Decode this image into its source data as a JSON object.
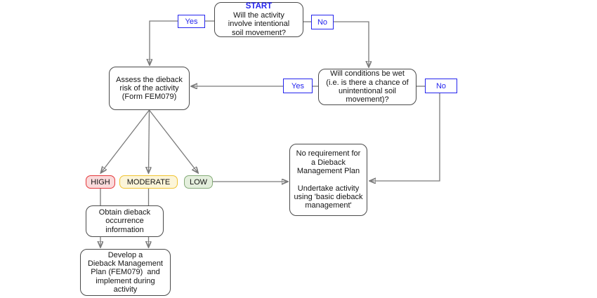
{
  "colors": {
    "label_blue": "#2424ee",
    "line_gray": "#7a7a7a",
    "arrow_black": "#1a1a1a",
    "high_border": "#e5383b",
    "high_fill": "#fadadb",
    "moderate_border": "#f0c331",
    "moderate_fill": "#fcf5d9",
    "low_border": "#84ab77",
    "low_fill": "#e4efdd"
  },
  "flowchart": {
    "start": {
      "title": "START",
      "text": "Will the activity\ninvolve intentional\nsoil movement?"
    },
    "assess": {
      "text": "Assess the dieback\nrisk of the activity\n(Form FEM079)"
    },
    "wet": {
      "text": "Will conditions be wet\n(i.e. is there a chance of\nunintentional soil\nmovement)?"
    },
    "no_requirement": {
      "text": "No requirement for\na Dieback\nManagement Plan\n\nUndertake activity\nusing 'basic dieback\nmanagement'"
    },
    "obtain": {
      "text": "Obtain dieback\noccurrence\ninformation"
    },
    "develop": {
      "text": "Develop a\nDieback Management\nPlan (FEM079)  and\nimplement during\nactivity"
    },
    "risk_levels": {
      "high": "HIGH",
      "moderate": "MODERATE",
      "low": "LOW"
    },
    "decision_labels": {
      "start_yes": "Yes",
      "start_no": "No",
      "wet_yes": "Yes",
      "wet_no": "No"
    }
  }
}
